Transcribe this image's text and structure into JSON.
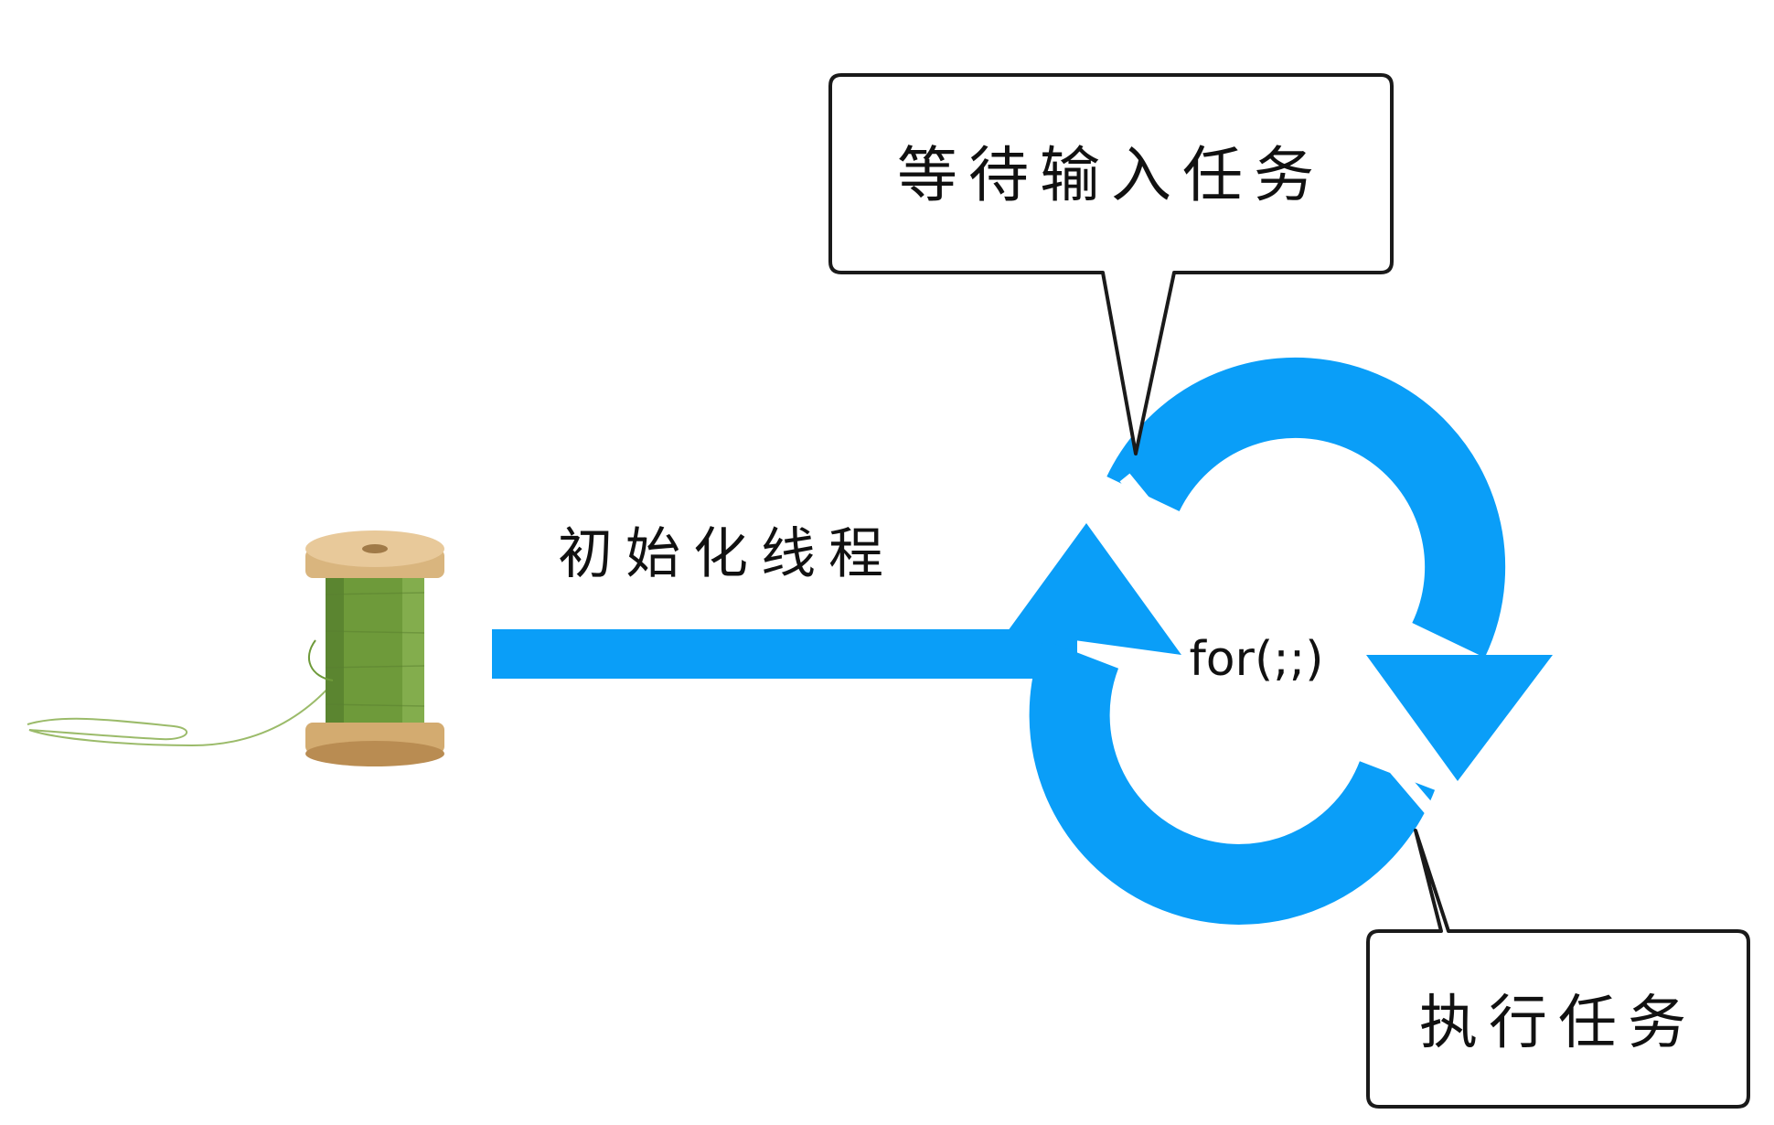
{
  "bubbles": {
    "wait_input": "等待输入任务",
    "execute": "执行任务"
  },
  "flow": {
    "init_label": "初始化线程",
    "loop_label": "for(;;)"
  },
  "colors": {
    "arrow": "#0A9EF8",
    "outline": "#1a1a1a",
    "thread": "#6E9A3A",
    "spool_wood": "#D9B57E"
  }
}
